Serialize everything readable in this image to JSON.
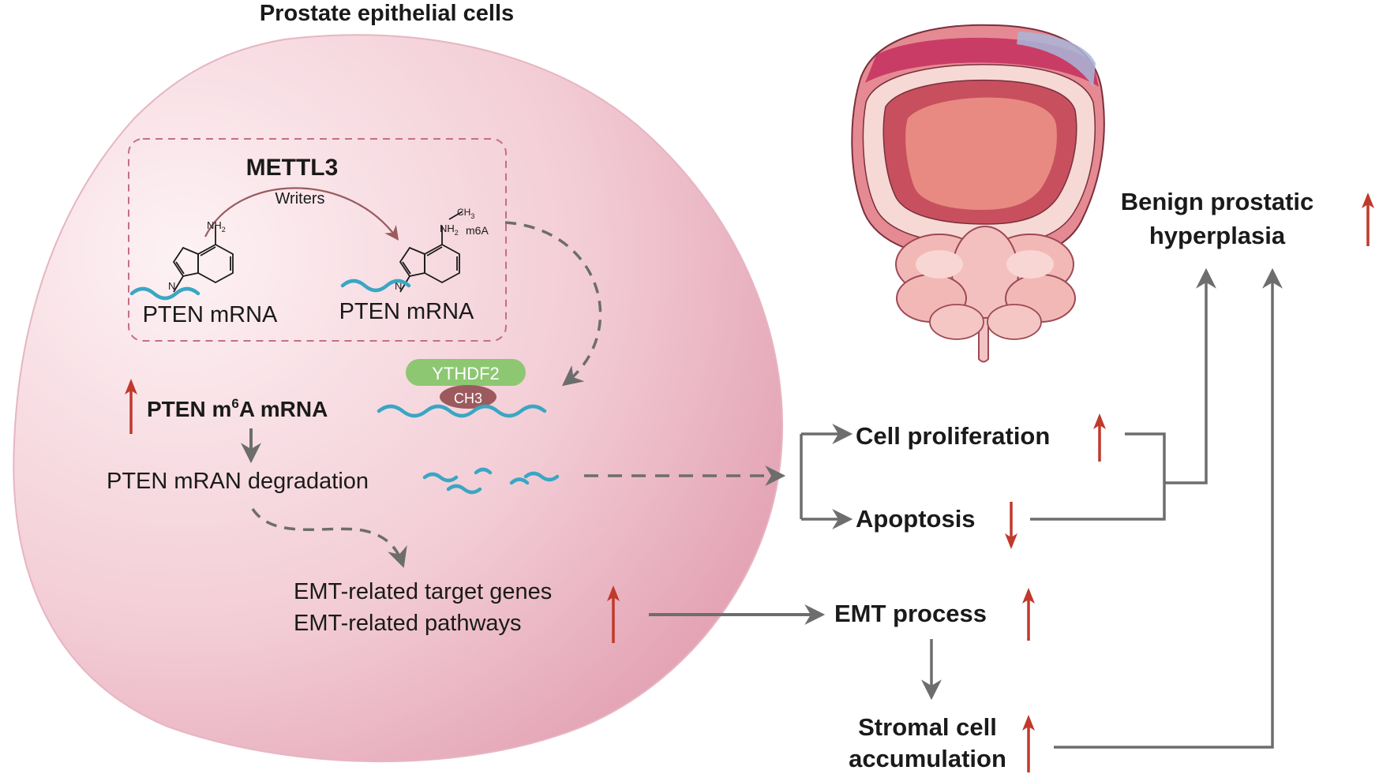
{
  "title": "Prostate epithelial cells",
  "writer": {
    "enzyme": "METTL3",
    "role_label": "Writers"
  },
  "molecule": {
    "nh2": "NH",
    "nh2_sub": "2",
    "ch3": "CH",
    "ch3_sub": "3",
    "n_label": "N",
    "m6a_label": "m6A"
  },
  "mrna_left": "PTEN mRNA",
  "mrna_right": "PTEN mRNA",
  "reader": {
    "name": "YTHDF2",
    "mark": "CH3"
  },
  "m6a_mrna": {
    "prefix": "PTEN m",
    "sup": "6",
    "suffix": "A mRNA"
  },
  "degradation": "PTEN mRAN degradation",
  "emt_targets": {
    "line1": "EMT-related target genes",
    "line2": "EMT-related pathways"
  },
  "outcomes": {
    "cell_proliferation": "Cell proliferation",
    "apoptosis": "Apoptosis",
    "emt_process": "EMT process",
    "stromal_line1": "Stromal cell",
    "stromal_line2": "accumulation",
    "bph_line1": "Benign prostatic",
    "bph_line2": "hyperplasia"
  },
  "colors": {
    "up_arrow": "#c0392b",
    "flow_arrow": "#6d6d6d",
    "cell_fill": "#f2c8d2",
    "rna": "#3aa6c4",
    "reader_fill": "#8dc772",
    "ch3_fill": "#9c5a5e",
    "writer_arrow": "#9a5a5e"
  },
  "icons": [
    "prostate-gland-illustration",
    "adenine-structure-icon",
    "up-arrow-icon",
    "down-arrow-icon"
  ]
}
